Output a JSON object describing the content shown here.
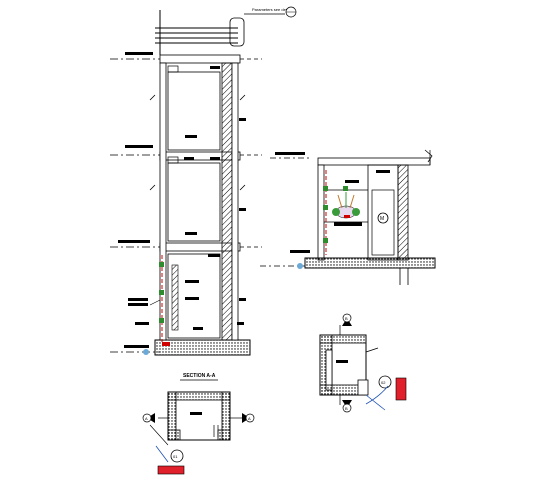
{
  "drawing": {
    "note_label": "Parameters see detail",
    "section_title": "SECTION A-A",
    "detail_tags": {
      "elevation_tag": "M",
      "plan_tag_left": "01",
      "plan_tag_right": "02",
      "section_marker_1": "A",
      "section_marker_2": "A",
      "section_marker_3": "B",
      "section_marker_4": "B"
    }
  }
}
